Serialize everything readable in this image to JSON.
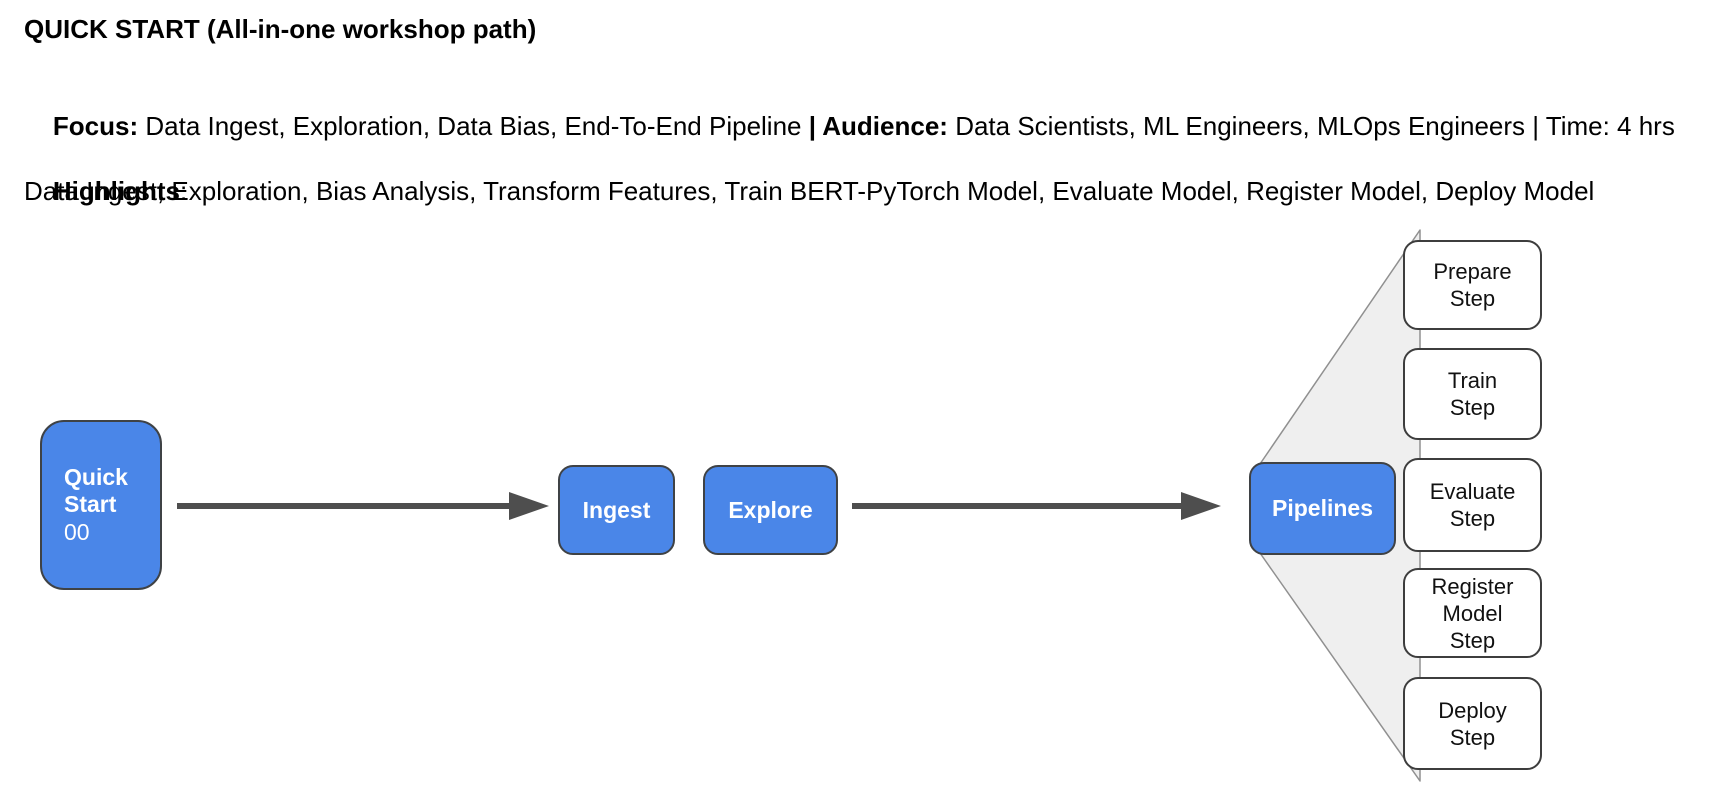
{
  "header": {
    "title": "QUICK START (All-in-one workshop path)",
    "focus_segments": [
      {
        "text": "Focus: ",
        "bold": true
      },
      {
        "text": "Data Ingest, Exploration, Data Bias, End-To-End Pipeline ",
        "bold": false
      },
      {
        "text": "| Audience: ",
        "bold": true
      },
      {
        "text": "Data Scientists, ML Engineers, MLOps Engineers | Time: 4 hrs",
        "bold": false
      }
    ],
    "highlights": {
      "label": "Highlights",
      "colon": ":",
      "text": "Data Ingest, Exploration, Bias Analysis, Transform Features, Train BERT-PyTorch Model, Evaluate Model, Register Model, Deploy Model"
    }
  },
  "diagram": {
    "quick_start": {
      "title": "Quick\nStart",
      "number": "00"
    },
    "ingest_label": "Ingest",
    "explore_label": "Explore",
    "pipelines_label": "Pipelines",
    "steps": [
      {
        "label": "Prepare\nStep"
      },
      {
        "label": "Train\nStep"
      },
      {
        "label": "Evaluate\nStep"
      },
      {
        "label": "Register\nModel\nStep"
      },
      {
        "label": "Deploy\nStep"
      }
    ]
  },
  "colors": {
    "node_blue": "#4a86e8",
    "node_border": "#3f4245",
    "step_fill": "#ffffff",
    "step_border": "#3d3d3d",
    "fan_fill": "#efefef",
    "fan_border": "#909090",
    "arrow": "#4e4e4e",
    "text": "#000000",
    "node_text": "#ffffff"
  }
}
